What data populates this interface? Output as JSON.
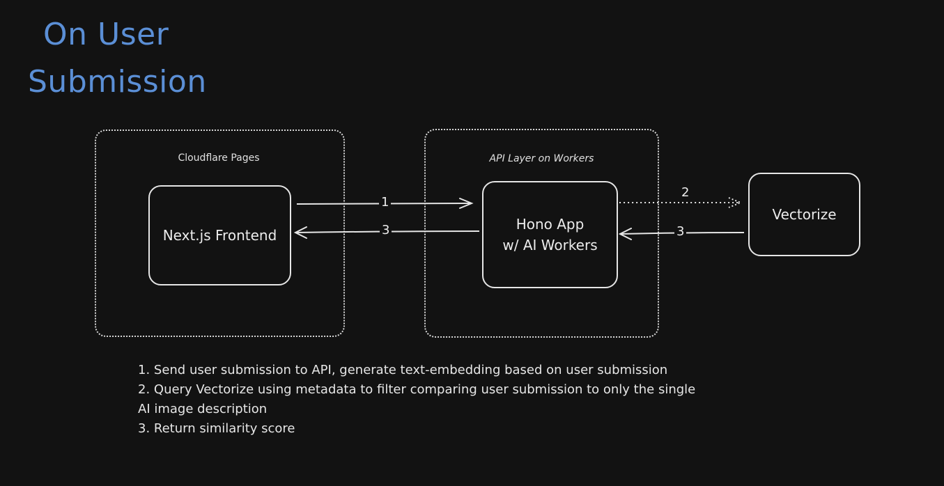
{
  "title": {
    "line1": "On User",
    "line2": "Submission"
  },
  "groups": {
    "pages": {
      "label": "Cloudflare Pages"
    },
    "workers": {
      "label": "API Layer on Workers"
    }
  },
  "nodes": {
    "frontend": {
      "label": "Next.js Frontend"
    },
    "hono": {
      "line1": "Hono App",
      "line2": "w/ AI Workers"
    },
    "vectorize": {
      "label": "Vectorize"
    }
  },
  "arrows": {
    "step1": "1",
    "step2": "2",
    "step3_to_frontend": "3",
    "step3_to_hono": "3"
  },
  "notes": [
    "1. Send user submission to API, generate text-embedding based on user submission",
    "2. Query Vectorize using metadata to filter comparing user submission to only the single AI image description",
    "3. Return similarity score"
  ],
  "colors": {
    "background": "#121212",
    "title": "#5b8fd6",
    "stroke": "#e6e6e6"
  }
}
